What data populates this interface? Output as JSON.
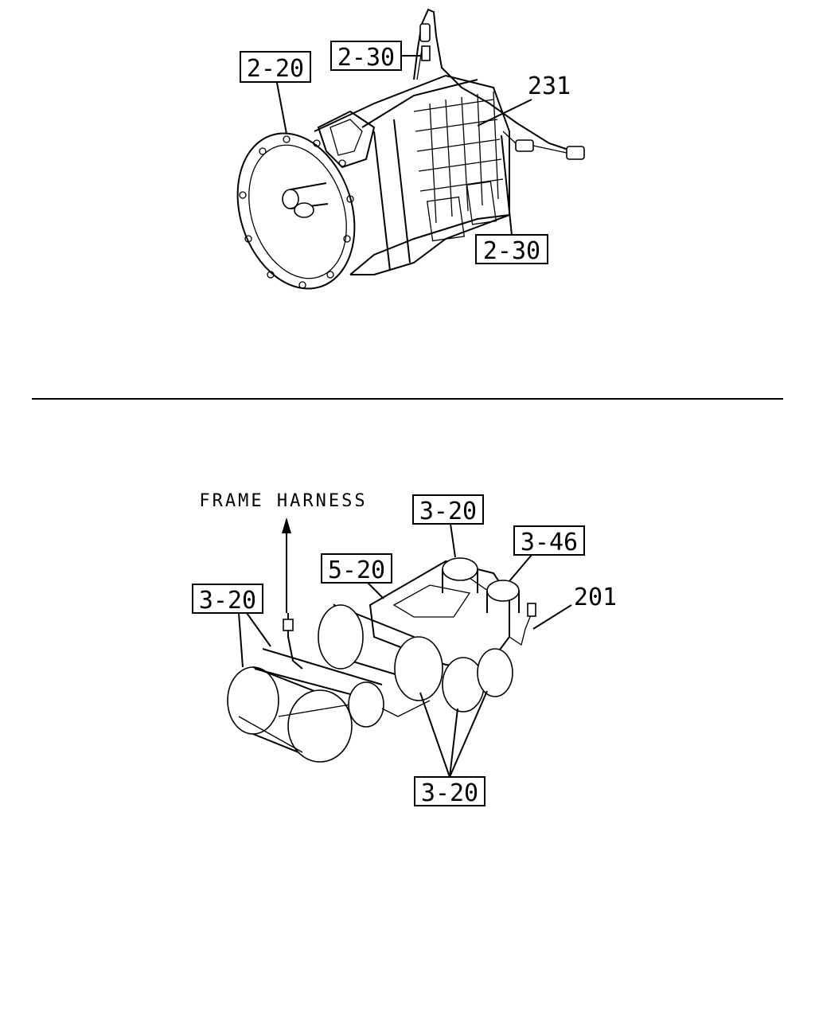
{
  "top_figure": {
    "callouts": {
      "ref_2_20": "2-20",
      "ref_2_30_upper": "2-30",
      "ref_2_30_lower": "2-30",
      "part_231": "231"
    }
  },
  "bottom_figure": {
    "frame_harness_note": "FRAME HARNESS",
    "callouts": {
      "ref_3_20_top": "3-20",
      "ref_3_46": "3-46",
      "ref_5_20": "5-20",
      "ref_3_20_left": "3-20",
      "part_201": "201",
      "ref_3_20_bottom": "3-20"
    }
  },
  "colors": {
    "ink": "#000000",
    "paper": "#ffffff"
  }
}
